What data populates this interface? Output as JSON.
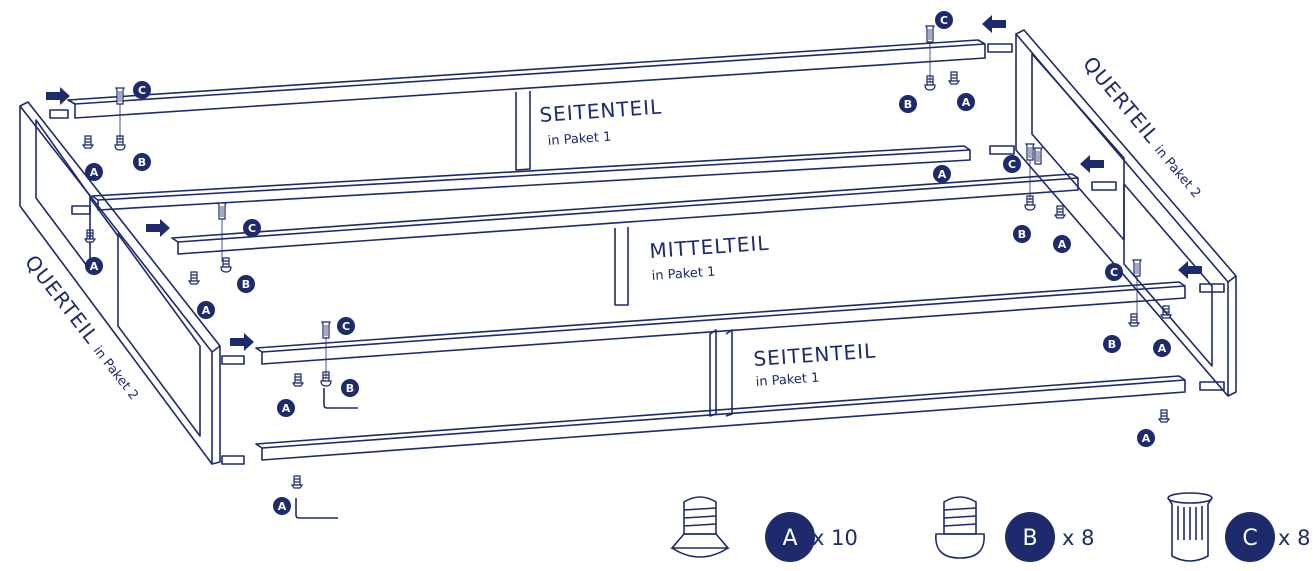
{
  "colors": {
    "line": "#1d2a6b",
    "marker": "#1d2a6b",
    "background": "#ffffff"
  },
  "parts": {
    "seitenteil_back": {
      "title": "SEITENTEIL",
      "package": "in Paket 1"
    },
    "mittelteil": {
      "title": "MITTELTEIL",
      "package": "in Paket 1"
    },
    "seitenteil_front": {
      "title": "SEITENTEIL",
      "package": "in Paket 1"
    },
    "querteil_left": {
      "title": "QUERTEIL",
      "package": "in Paket 2"
    },
    "querteil_right": {
      "title": "QUERTEIL",
      "package": "in Paket 2"
    }
  },
  "hardware_letters": {
    "a": "A",
    "b": "B",
    "c": "C"
  },
  "legend": [
    {
      "letter": "A",
      "count": "x 10",
      "icon": "countersunk-screw-icon"
    },
    {
      "letter": "B",
      "count": "x 8",
      "icon": "round-head-screw-icon"
    },
    {
      "letter": "C",
      "count": "x 8",
      "icon": "threaded-insert-icon"
    }
  ]
}
